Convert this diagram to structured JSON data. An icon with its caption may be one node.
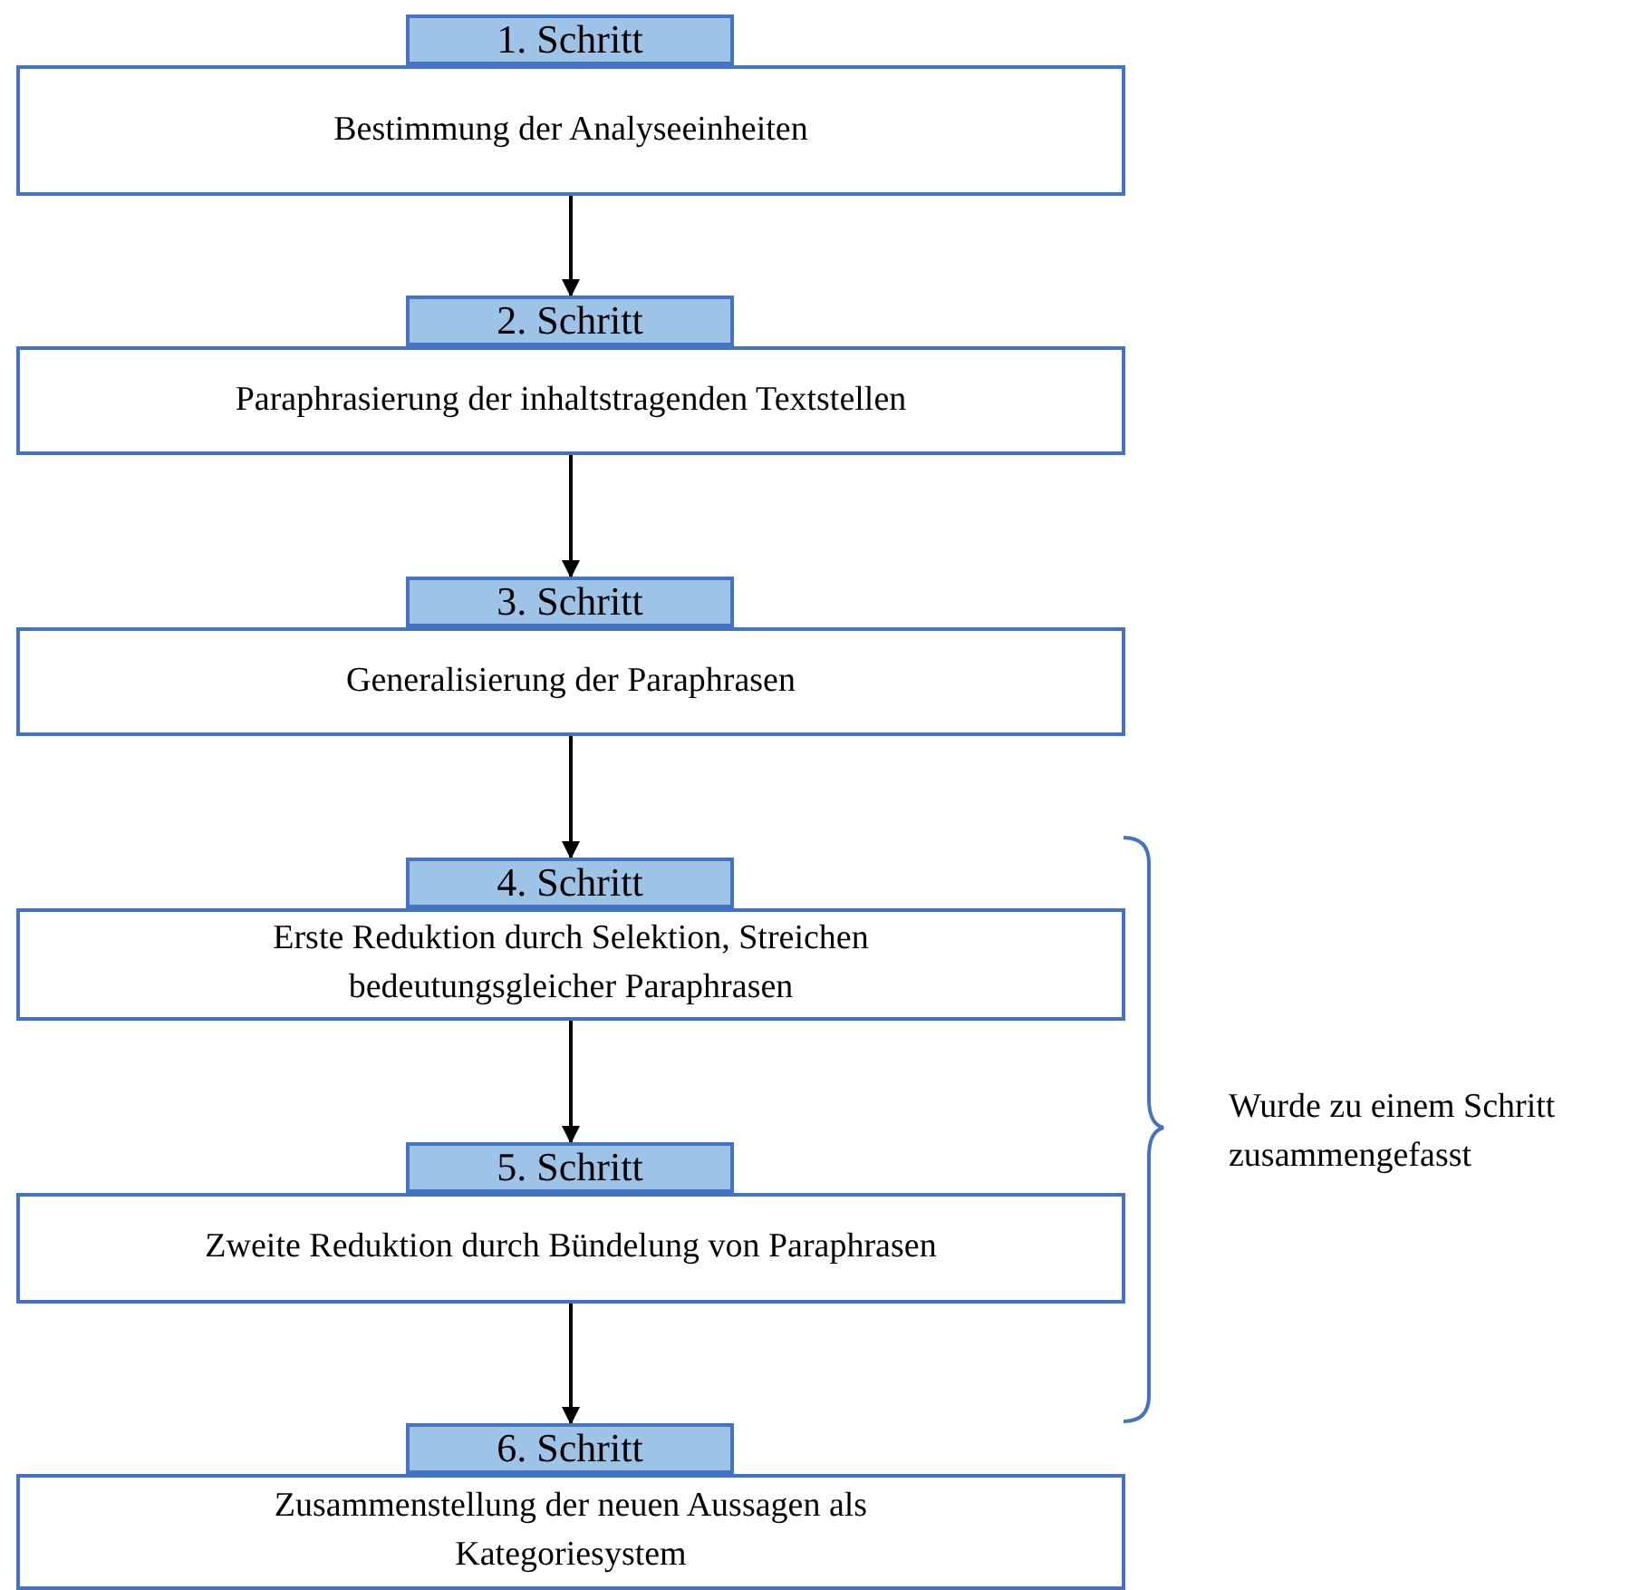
{
  "diagram": {
    "nodes": [
      {
        "text": [
          "1. Schritt",
          "Bestimmung der Analyseeinheiten"
        ]
      },
      {
        "text": [
          "2. Schritt",
          "Paraphrasierung der inhaltstragenden Textstellen"
        ]
      },
      {
        "text": [
          "3. Schritt",
          "Generalisierung der Paraphrasen"
        ]
      },
      {
        "text": [
          "4. Schritt",
          "Erste Reduktion durch Selektion, Streichen bedeutungsgleicher Paraphrasen"
        ]
      },
      {
        "text": [
          "5. Schritt",
          "Zweite Reduktion durch Bündelung von Paraphrasen"
        ]
      },
      {
        "text": [
          "6. Schritt",
          "Zusammenstellung der neuen Aussagen als Kategoriesystem"
        ]
      }
    ],
    "edges": [
      {
        "from": 0,
        "to": 1,
        "arrow": "to"
      },
      {
        "from": 1,
        "to": 2,
        "arrow": "to"
      },
      {
        "from": 2,
        "to": 3,
        "arrow": "to"
      },
      {
        "from": 3,
        "to": 4,
        "arrow": "to"
      },
      {
        "from": 4,
        "to": 5,
        "arrow": "to"
      }
    ],
    "labels": [
      "Wurde zu einem Schritt zusammengefasst"
    ]
  }
}
